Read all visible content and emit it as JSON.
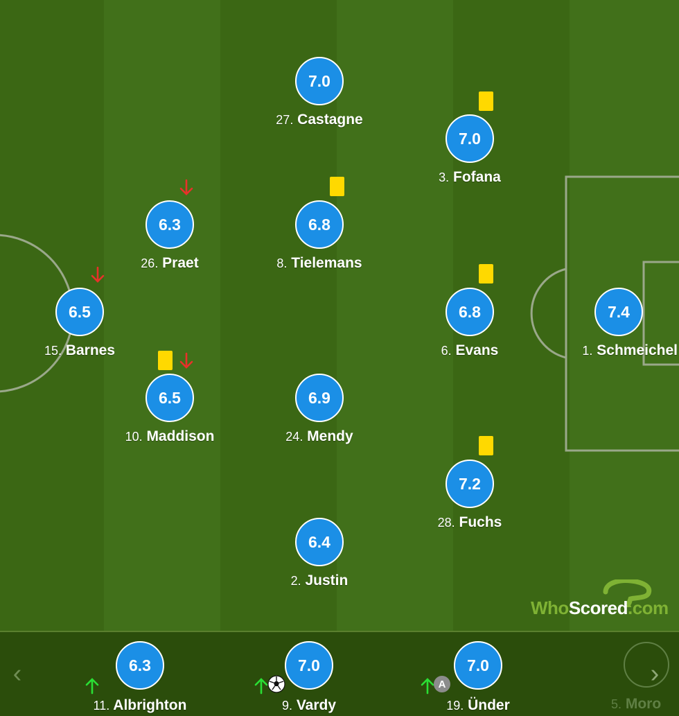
{
  "colors": {
    "rating_bg": "#1b8fe6",
    "pitch_dark": "#3b6714",
    "pitch_light": "#41701a",
    "yellow_card": "#ffd900",
    "sub_out_arrow": "#e8312a",
    "sub_in_arrow": "#2adf34",
    "bench_bg": "#2b4d0b"
  },
  "players": [
    {
      "id": "castagne",
      "rating": "7.0",
      "number": "27.",
      "name": "Castagne",
      "events": []
    },
    {
      "id": "fofana",
      "rating": "7.0",
      "number": "3.",
      "name": "Fofana",
      "events": [
        "yellow-card"
      ]
    },
    {
      "id": "praet",
      "rating": "6.3",
      "number": "26.",
      "name": "Praet",
      "events": [
        "subbed-off"
      ]
    },
    {
      "id": "tielemans",
      "rating": "6.8",
      "number": "8.",
      "name": "Tielemans",
      "events": [
        "yellow-card"
      ]
    },
    {
      "id": "barnes",
      "rating": "6.5",
      "number": "15.",
      "name": "Barnes",
      "events": [
        "subbed-off"
      ]
    },
    {
      "id": "evans",
      "rating": "6.8",
      "number": "6.",
      "name": "Evans",
      "events": [
        "yellow-card"
      ]
    },
    {
      "id": "schmeichel",
      "rating": "7.4",
      "number": "1.",
      "name": "Schmeichel",
      "events": []
    },
    {
      "id": "maddison",
      "rating": "6.5",
      "number": "10.",
      "name": "Maddison",
      "events": [
        "yellow-card",
        "subbed-off"
      ]
    },
    {
      "id": "mendy",
      "rating": "6.9",
      "number": "24.",
      "name": "Mendy",
      "events": []
    },
    {
      "id": "fuchs",
      "rating": "7.2",
      "number": "28.",
      "name": "Fuchs",
      "events": [
        "yellow-card"
      ]
    },
    {
      "id": "justin",
      "rating": "6.4",
      "number": "2.",
      "name": "Justin",
      "events": []
    }
  ],
  "bench": {
    "prev_icon": "chevron-left-icon",
    "next_icon": "chevron-right-icon",
    "prev_glyph": "‹",
    "next_glyph": "›",
    "players": [
      {
        "id": "albrighton",
        "rating": "6.3",
        "number": "11.",
        "name": "Albrighton",
        "events": [
          "subbed-on"
        ]
      },
      {
        "id": "vardy",
        "rating": "7.0",
        "number": "9.",
        "name": "Vardy",
        "events": [
          "subbed-on",
          "goal"
        ]
      },
      {
        "id": "under",
        "rating": "7.0",
        "number": "19.",
        "name": "Ünder",
        "events": [
          "subbed-on",
          "assist"
        ]
      }
    ],
    "partial_player": {
      "number": "5.",
      "name": "Moro"
    },
    "assist_letter": "A"
  },
  "watermark": {
    "part1": "Who",
    "part2": "Scored",
    ".com": ".com",
    "dot_com": ".com"
  }
}
